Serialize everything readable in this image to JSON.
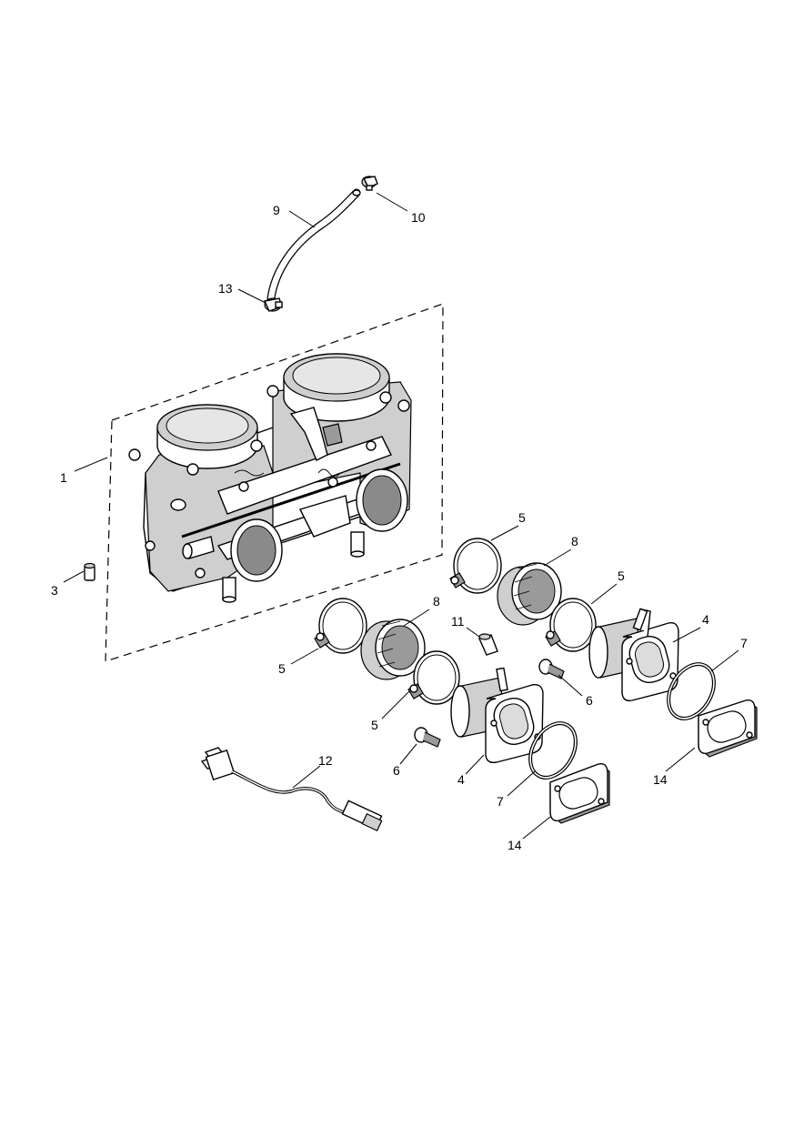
{
  "callouts": {
    "c1": "1",
    "c3": "3",
    "c4a": "4",
    "c4b": "4",
    "c5a": "5",
    "c5b": "5",
    "c5c": "5",
    "c5d": "5",
    "c6a": "6",
    "c6b": "6",
    "c7a": "7",
    "c7b": "7",
    "c8a": "8",
    "c8b": "8",
    "c9": "9",
    "c10": "10",
    "c11": "11",
    "c12": "12",
    "c13": "13",
    "c14a": "14",
    "c14b": "14"
  }
}
